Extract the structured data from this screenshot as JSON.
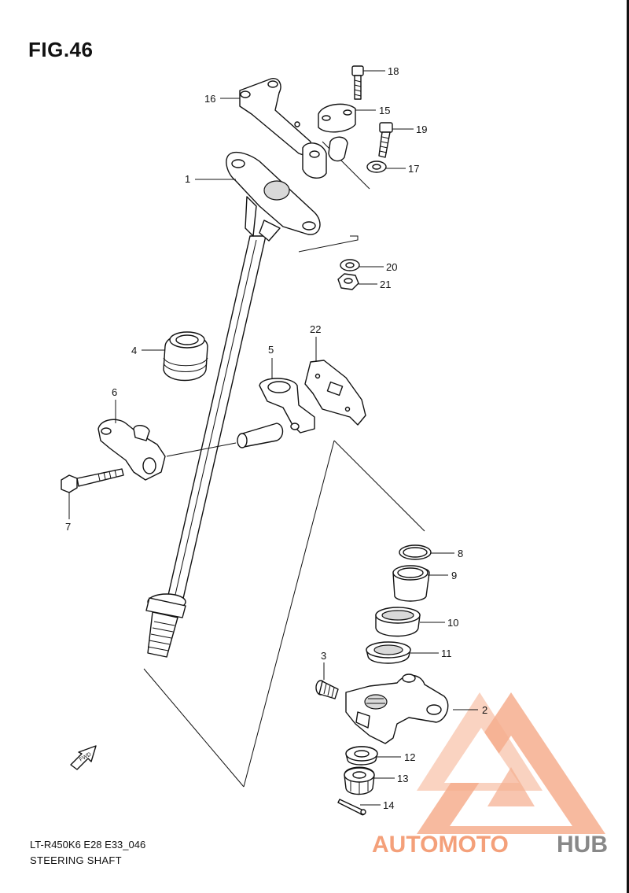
{
  "figure": {
    "title": "FIG.46",
    "model_code": "LT-R450K6 E28 E33_046",
    "subtitle": "STEERING SHAFT"
  },
  "callouts": [
    {
      "num": "1"
    },
    {
      "num": "2"
    },
    {
      "num": "3"
    },
    {
      "num": "4"
    },
    {
      "num": "5"
    },
    {
      "num": "6"
    },
    {
      "num": "7"
    },
    {
      "num": "8"
    },
    {
      "num": "9"
    },
    {
      "num": "10"
    },
    {
      "num": "11"
    },
    {
      "num": "12"
    },
    {
      "num": "13"
    },
    {
      "num": "14"
    },
    {
      "num": "15"
    },
    {
      "num": "16"
    },
    {
      "num": "17"
    },
    {
      "num": "18"
    },
    {
      "num": "19"
    },
    {
      "num": "20"
    },
    {
      "num": "21"
    },
    {
      "num": "22"
    }
  ],
  "direction_marker": {
    "text": "FWD"
  },
  "watermark": {
    "part1": "AUTOMOTO",
    "part2": "HUB",
    "logo_color": "#f4a07a",
    "text_gray": "#888888"
  }
}
